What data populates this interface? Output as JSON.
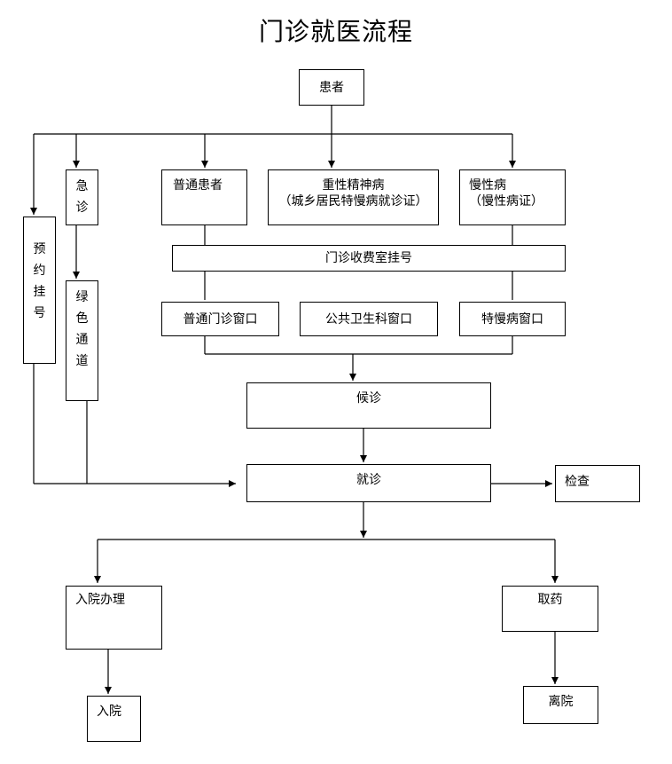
{
  "title": "门诊就医流程",
  "nodes": {
    "patient": "患者",
    "emergency": [
      "急",
      "诊"
    ],
    "green_channel": [
      "绿",
      "色",
      "通",
      "道"
    ],
    "appointment": [
      "预",
      "约",
      "挂",
      "号"
    ],
    "regular_patient": "普通患者",
    "mental_line1": "重性精神病",
    "mental_line2": "（城乡居民特慢病就诊证）",
    "chronic_line1": "慢性病",
    "chronic_line2": "（慢性病证）",
    "registration": "门诊收费室挂号",
    "regular_window": "普通门诊窗口",
    "public_health_window": "公共卫生科窗口",
    "chronic_window": "特慢病窗口",
    "waiting": "候诊",
    "consultation": "就诊",
    "examination": "检查",
    "admission_process": "入院办理",
    "admission": "入院",
    "get_medicine": "取药",
    "discharge": "离院"
  }
}
